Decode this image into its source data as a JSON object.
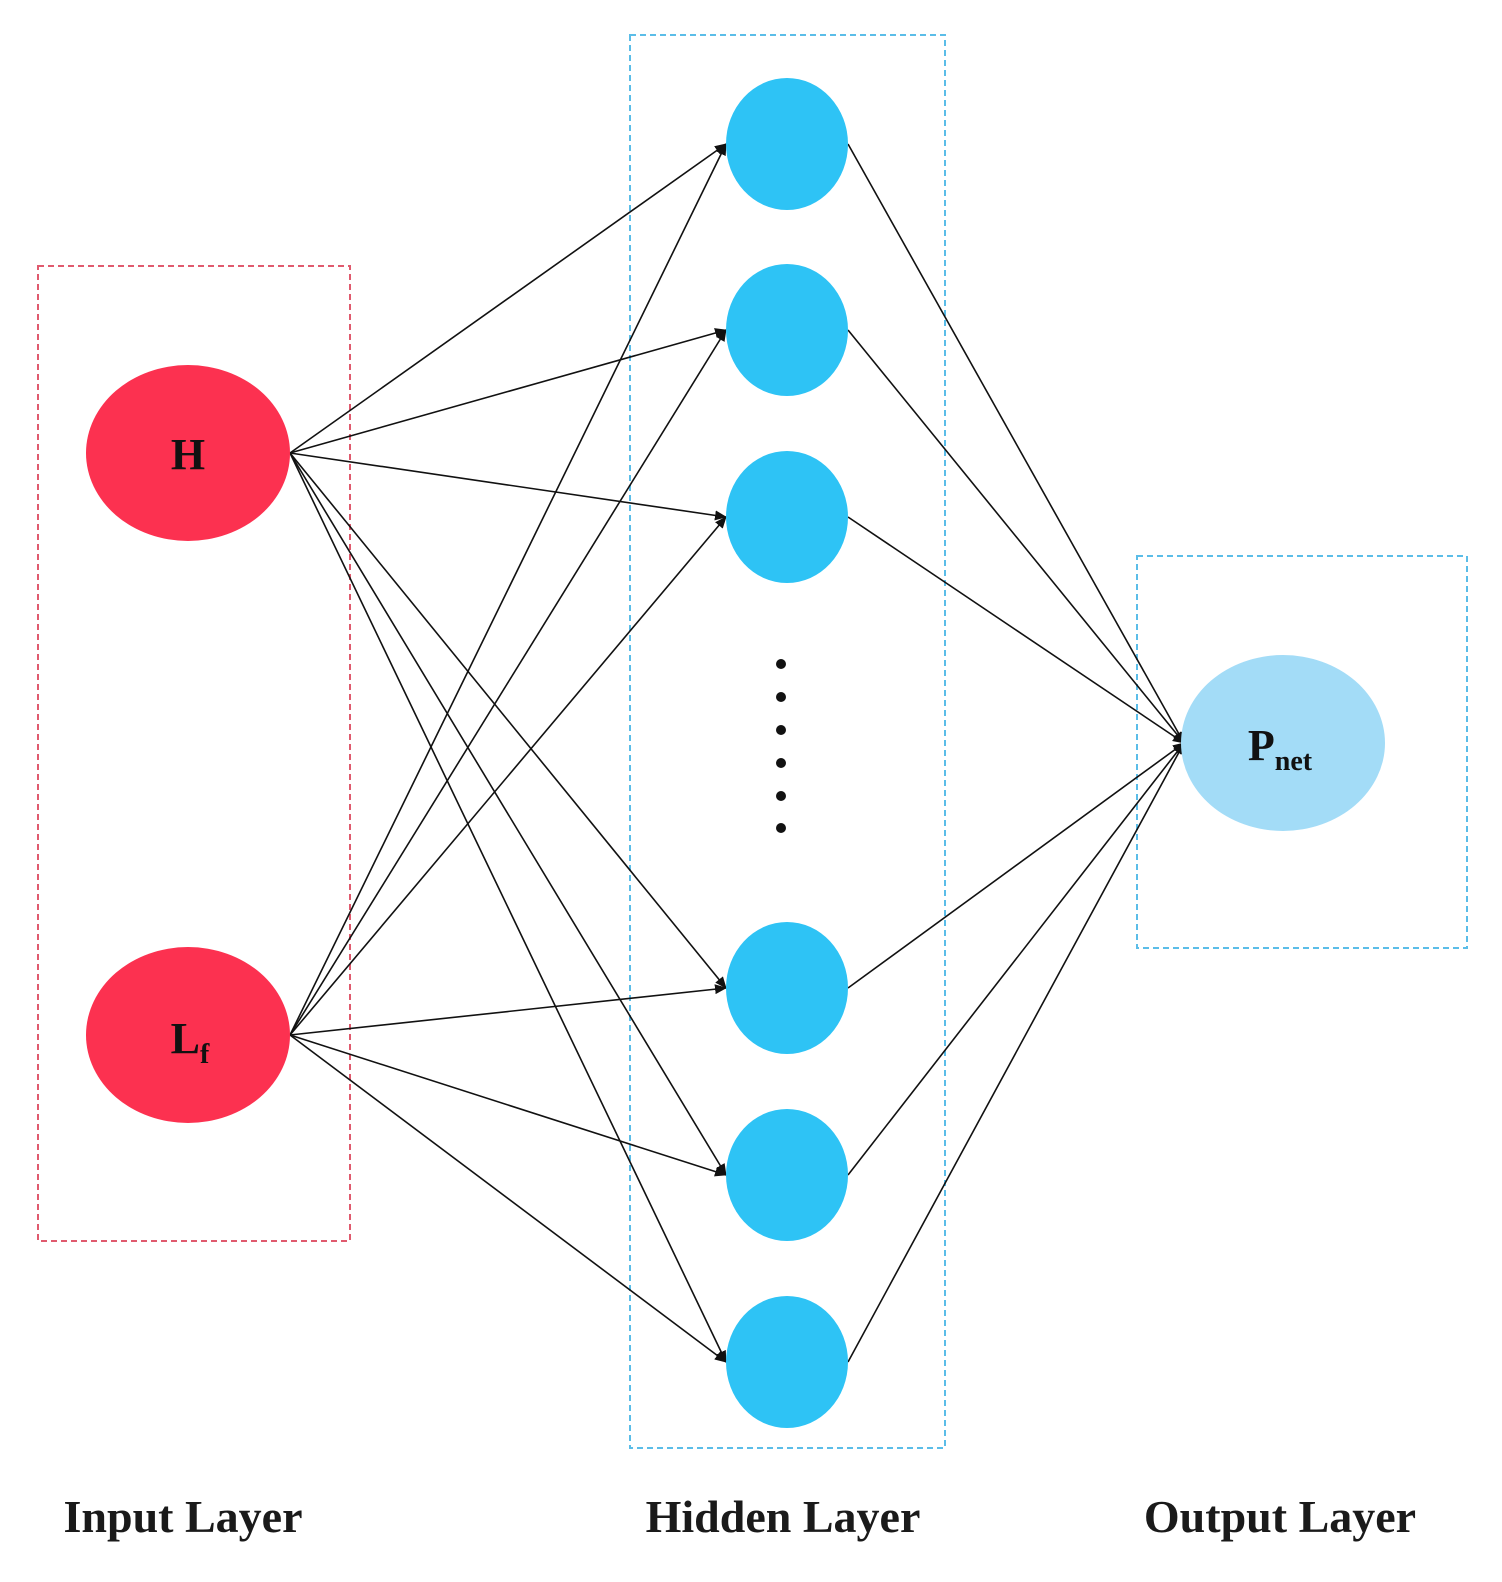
{
  "colors": {
    "input_node": "#fc3150",
    "hidden_node": "#2ec3f5",
    "output_node": "#a3dcf7",
    "input_box": "#e05a6e",
    "hidden_box": "#5bbde8",
    "output_box": "#5bbde8",
    "edge": "#111111"
  },
  "input_layer": {
    "caption": "Input Layer",
    "nodes": [
      {
        "id": "H",
        "main": "H",
        "sub": ""
      },
      {
        "id": "Lf",
        "main": "L",
        "sub": "f"
      }
    ]
  },
  "hidden_layer": {
    "caption": "Hidden Layer",
    "node_count": 6,
    "ellipsis_dots": 6
  },
  "output_layer": {
    "caption": "Output Layer",
    "nodes": [
      {
        "id": "Pnet",
        "main": "P",
        "sub": "net"
      }
    ]
  }
}
